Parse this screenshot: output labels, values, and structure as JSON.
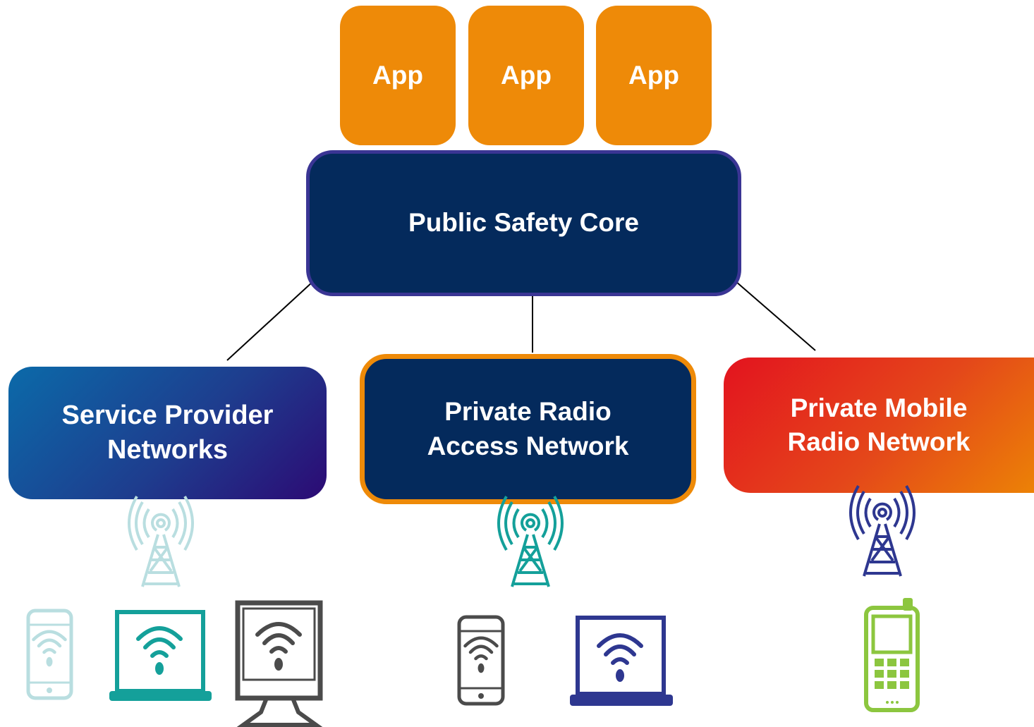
{
  "colors": {
    "app": "#ee8a08",
    "navy": "#042a5c",
    "core_border": "#3a3594",
    "pran_border": "#ee8a08",
    "light_teal": "#b9dee0",
    "teal": "#14a09a",
    "indigo": "#2e3790",
    "gray": "#4b4b4b",
    "lime": "#8cc63f"
  },
  "apps": [
    {
      "label": "App"
    },
    {
      "label": "App"
    },
    {
      "label": "App"
    }
  ],
  "core": {
    "label": "Public Safety Core"
  },
  "networks": [
    {
      "label": "Service Provider\nNetworks"
    },
    {
      "label": "Private Radio\nAccess Network"
    },
    {
      "label": "Private Mobile\nRadio Network"
    }
  ],
  "icons": [
    "radio-tower-icon",
    "smartphone-wifi-icon",
    "laptop-wifi-icon",
    "monitor-wifi-icon",
    "feature-phone-icon"
  ]
}
